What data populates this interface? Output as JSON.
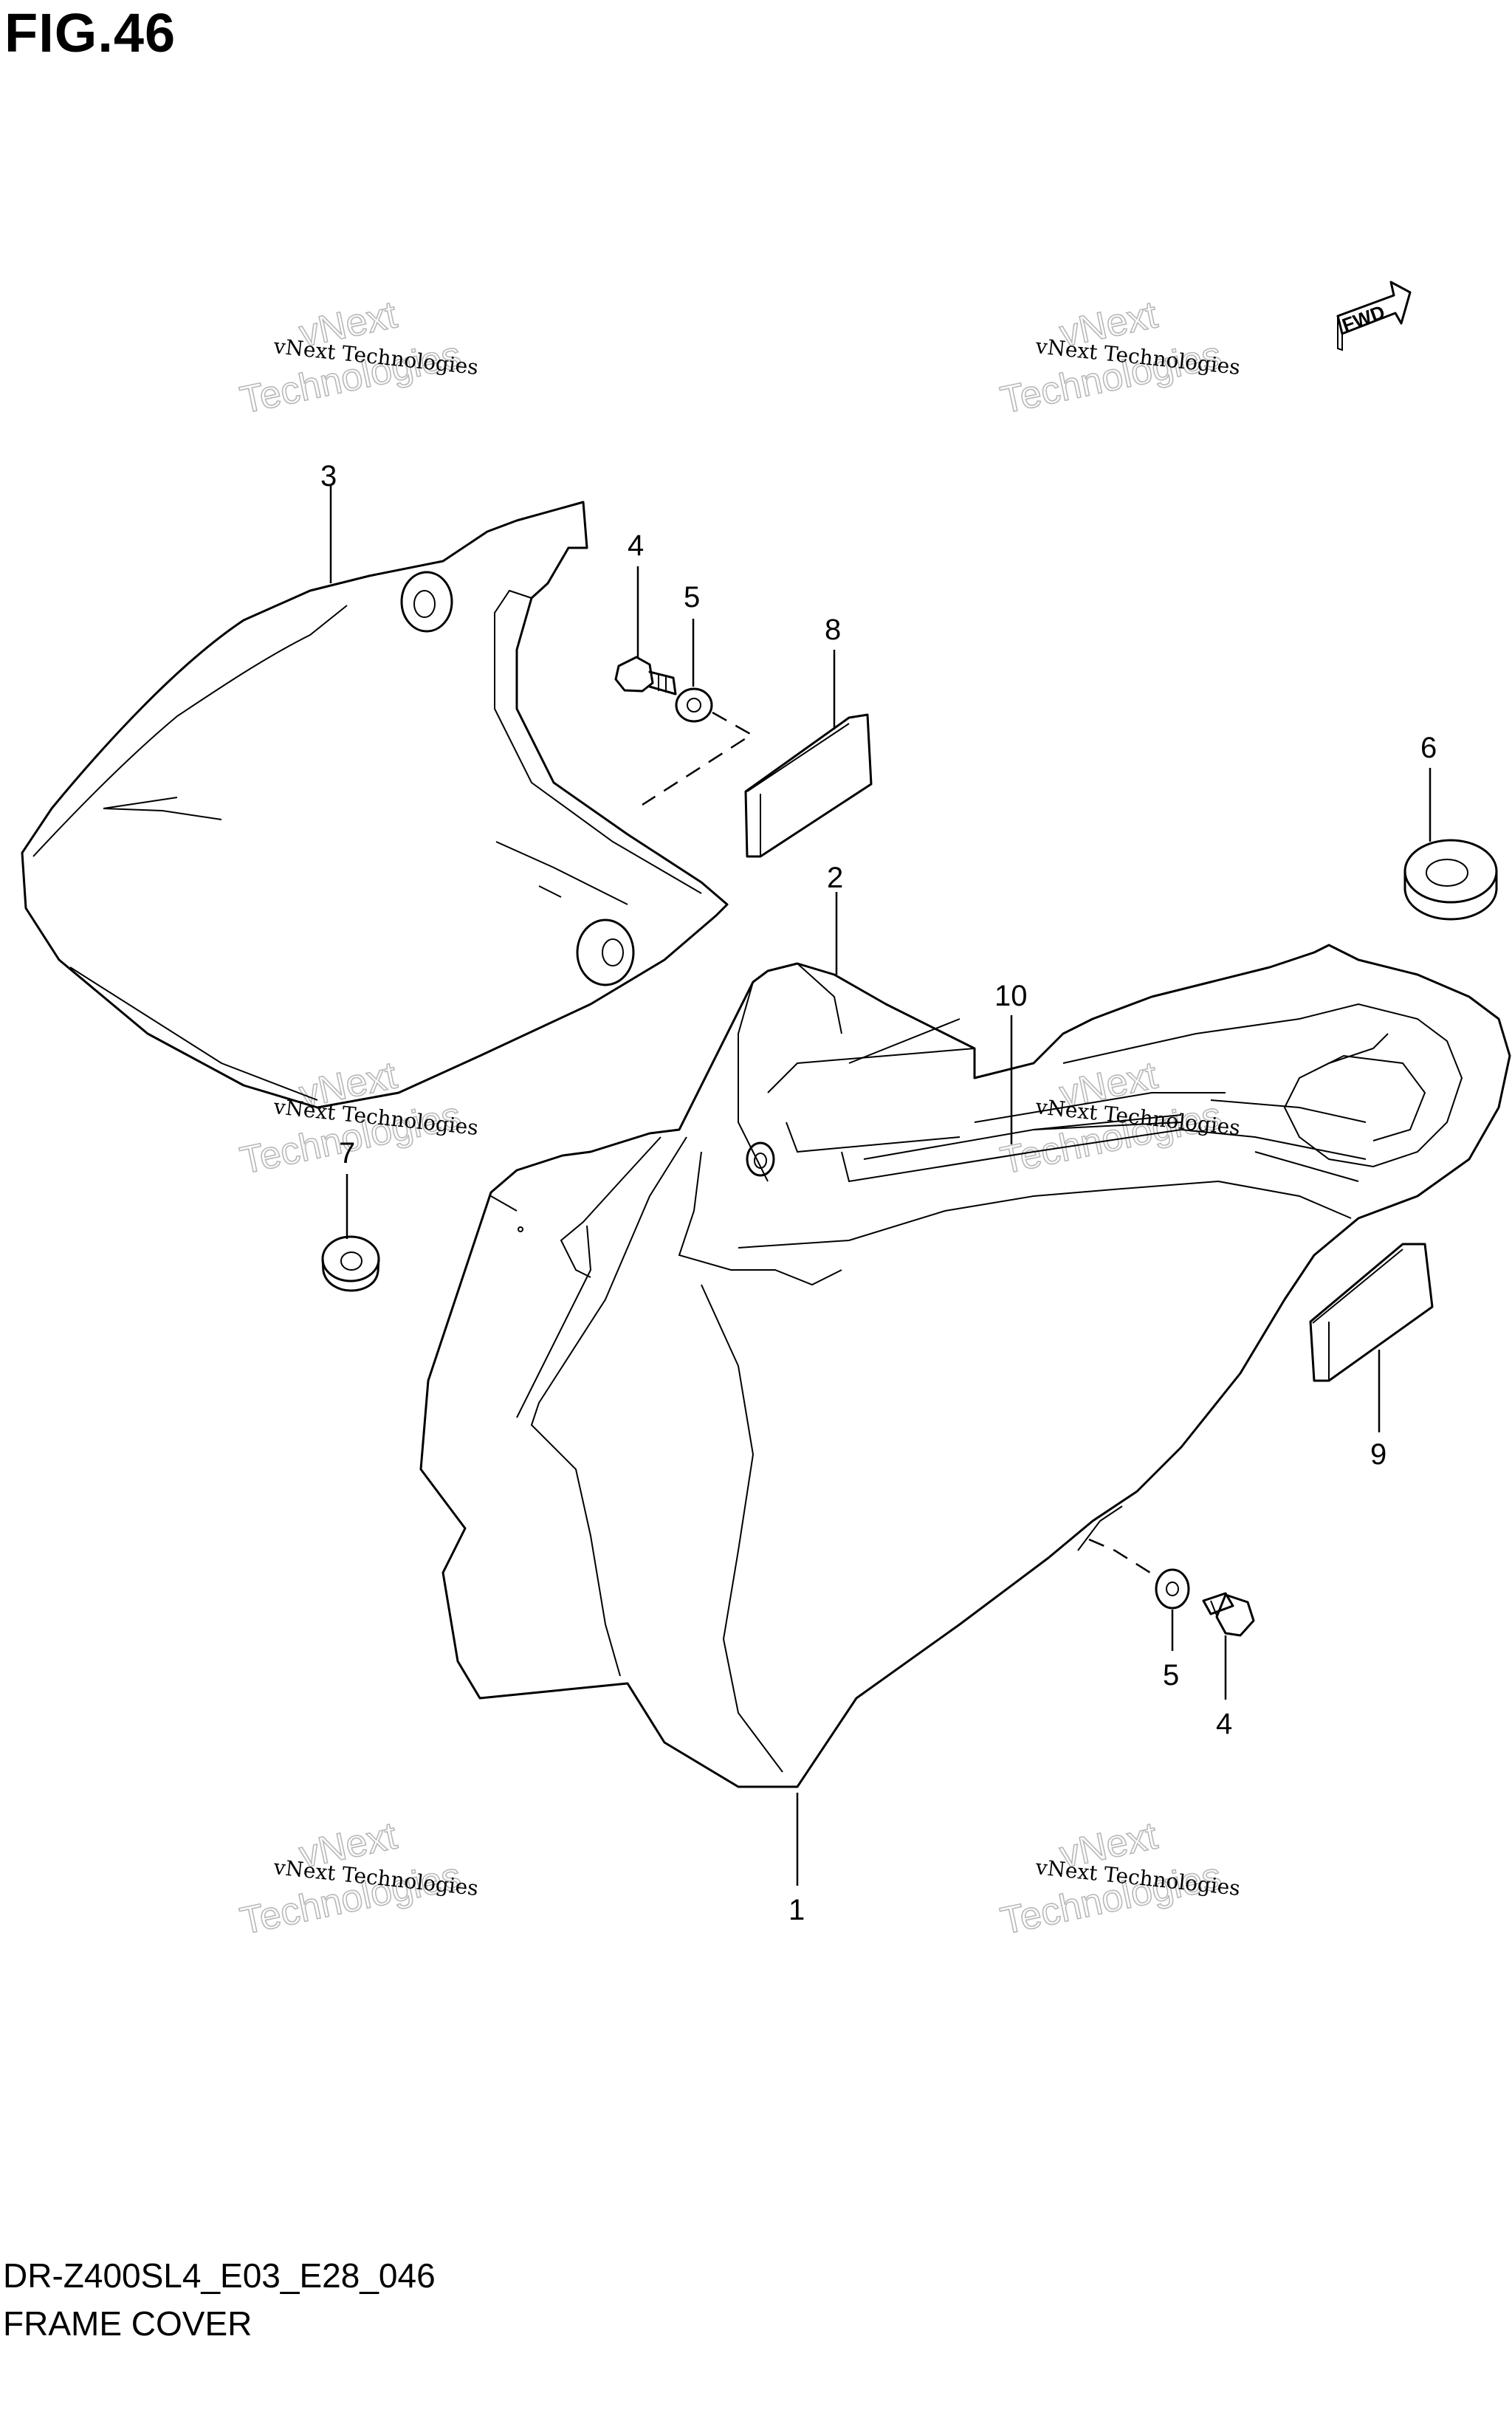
{
  "figure_title": "FIG.46",
  "diagram_code": "DR-Z400SL4_E03_E28_046",
  "diagram_name": "FRAME COVER",
  "fwd_badge": "FWD",
  "watermark": {
    "line1": "vNext Technologies",
    "line2": "vNext",
    "line3": "Technologies"
  },
  "callouts": {
    "c1": "1",
    "c2": "2",
    "c3": "3",
    "c4a": "4",
    "c4b": "4",
    "c5a": "5",
    "c5b": "5",
    "c6": "6",
    "c7": "7",
    "c8": "8",
    "c9": "9",
    "c10": "10"
  }
}
